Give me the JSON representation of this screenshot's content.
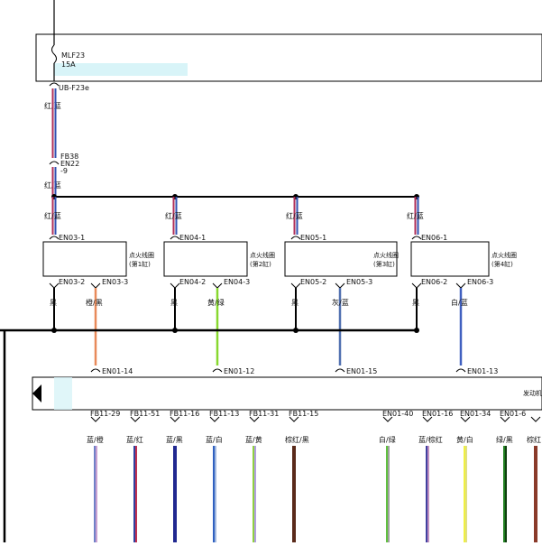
{
  "fuse": {
    "id": "MLF23",
    "rating": "15A"
  },
  "fuse_box_out": "UB-F23e",
  "wire_main_color": "红/蓝",
  "connector_mid": {
    "line1": "FB38",
    "line2": "EN22",
    "line3": "-9"
  },
  "coils": [
    {
      "wire_in": "红/蓝",
      "pin_in": "EN03-1",
      "name_line1": "点火线圈",
      "name_line2": "(第1缸)",
      "pin_out_left": "EN03-2",
      "pin_out_right": "EN03-3",
      "ground_color": "黑",
      "signal_color": "橙/黑",
      "ecu_pin": "EN01-14"
    },
    {
      "wire_in": "红/蓝",
      "pin_in": "EN04-1",
      "name_line1": "点火线圈",
      "name_line2": "(第2缸)",
      "pin_out_left": "EN04-2",
      "pin_out_right": "EN04-3",
      "ground_color": "黑",
      "signal_color": "黄/绿",
      "ecu_pin": "EN01-12"
    },
    {
      "wire_in": "红/蓝",
      "pin_in": "EN05-1",
      "name_line1": "点火线圈",
      "name_line2": "(第3缸)",
      "pin_out_left": "EN05-2",
      "pin_out_right": "EN05-3",
      "ground_color": "黑",
      "signal_color": "灰/蓝",
      "ecu_pin": "EN01-15"
    },
    {
      "wire_in": "红/蓝",
      "pin_in": "EN06-1",
      "name_line1": "点火线圈",
      "name_line2": "(第4缸)",
      "pin_out_left": "EN06-2",
      "pin_out_right": "EN06-3",
      "ground_color": "黑",
      "signal_color": "白/蓝",
      "ecu_pin": "EN01-13"
    }
  ],
  "ecu_label": "发动机",
  "bottom_pins": [
    {
      "pin": "FB11-29",
      "color": "蓝/橙"
    },
    {
      "pin": "FB11-51",
      "color": "蓝/红"
    },
    {
      "pin": "FB11-16",
      "color": "蓝/黑"
    },
    {
      "pin": "FB11-13",
      "color": "蓝/白"
    },
    {
      "pin": "FB11-31",
      "color": "蓝/黄"
    },
    {
      "pin": "FB11-15",
      "color": "棕红/黑"
    },
    {
      "pin": "EN01-40",
      "color": "白/绿"
    },
    {
      "pin": "EN01-16",
      "color": "蓝/棕红"
    },
    {
      "pin": "EN01-34",
      "color": "黄/白"
    },
    {
      "pin": "EN01-6",
      "color": "绿/黑"
    },
    {
      "pin": "",
      "color": "棕红"
    }
  ],
  "colors": {
    "red_blue": "#b0305a",
    "blue": "#3050b0",
    "orange": "#e88a5a",
    "yellow_green": "#88d830",
    "gray_blue": "#5070b0",
    "white_blue": "#4060c0",
    "panel_fill": "#d8f4f8"
  }
}
